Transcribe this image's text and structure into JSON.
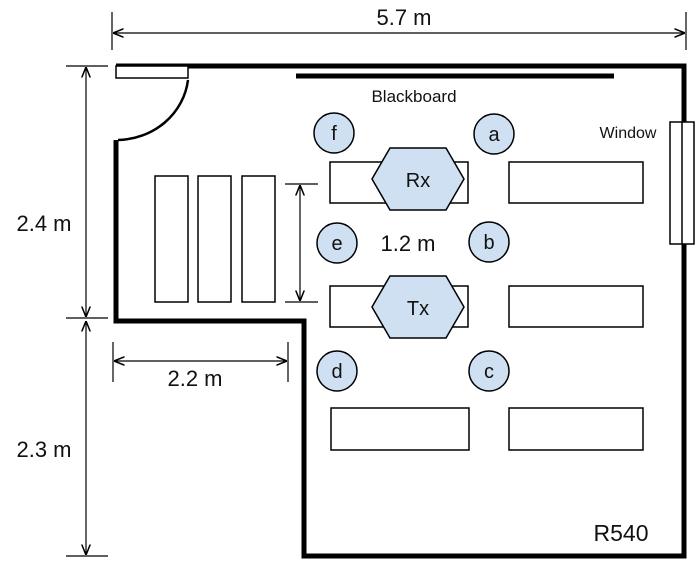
{
  "dimensions": {
    "total_width": "5.7 m",
    "upper_height": "2.4 m",
    "lower_height": "2.3 m",
    "recess_width": "2.2 m",
    "txrx_spacing": "1.2 m"
  },
  "labels": {
    "blackboard": "Blackboard",
    "window": "Window",
    "room_number": "R540"
  },
  "antennas": {
    "rx": "Rx",
    "tx": "Tx"
  },
  "positions": {
    "a": "a",
    "b": "b",
    "c": "c",
    "d": "d",
    "e": "e",
    "f": "f"
  },
  "colors": {
    "node_fill": "#cfe0f3",
    "line": "#000000"
  }
}
